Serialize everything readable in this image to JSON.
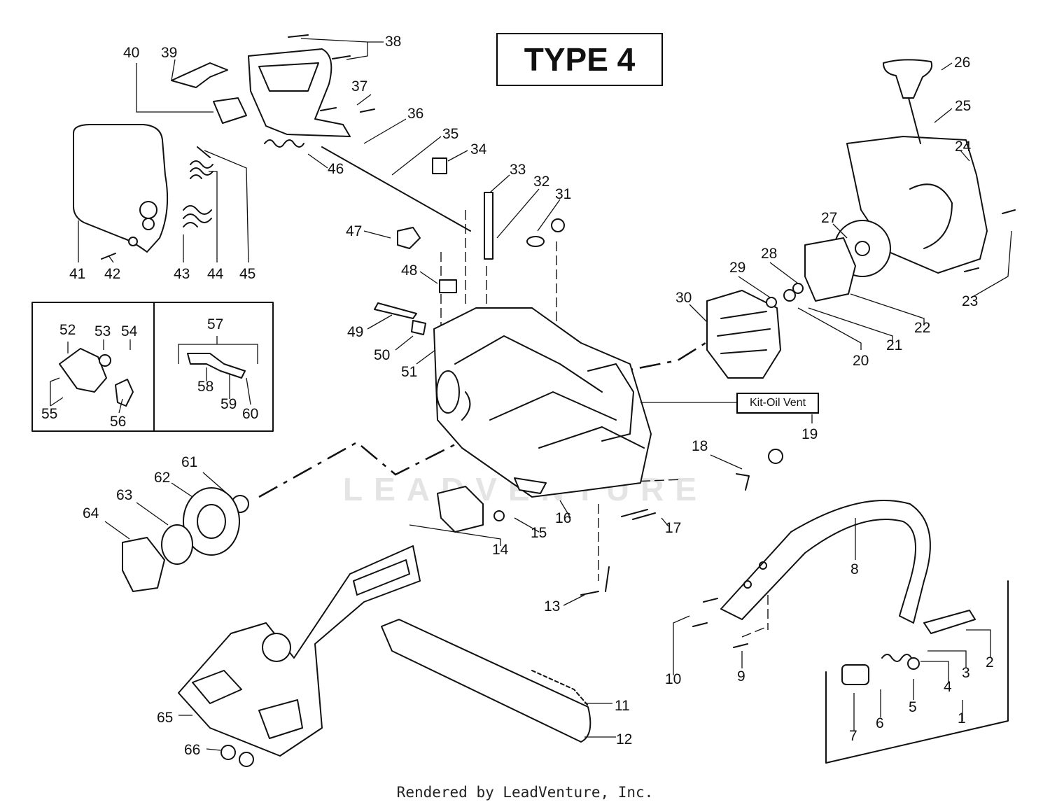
{
  "title": "TYPE 4",
  "kit_label": "Kit-Oil Vent",
  "footer": "Rendered by LeadVenture, Inc.",
  "watermark": "LEADVENTURE",
  "callouts": [
    "1",
    "2",
    "3",
    "4",
    "5",
    "6",
    "7",
    "8",
    "9",
    "10",
    "11",
    "12",
    "13",
    "14",
    "15",
    "16",
    "17",
    "18",
    "19",
    "20",
    "21",
    "22",
    "23",
    "24",
    "25",
    "26",
    "27",
    "28",
    "29",
    "30",
    "31",
    "32",
    "33",
    "34",
    "35",
    "36",
    "37",
    "38",
    "39",
    "40",
    "41",
    "42",
    "43",
    "44",
    "45",
    "46",
    "47",
    "48",
    "49",
    "50",
    "51",
    "52",
    "53",
    "54",
    "55",
    "56",
    "57",
    "58",
    "59",
    "60",
    "61",
    "62",
    "63",
    "64",
    "65",
    "66"
  ]
}
